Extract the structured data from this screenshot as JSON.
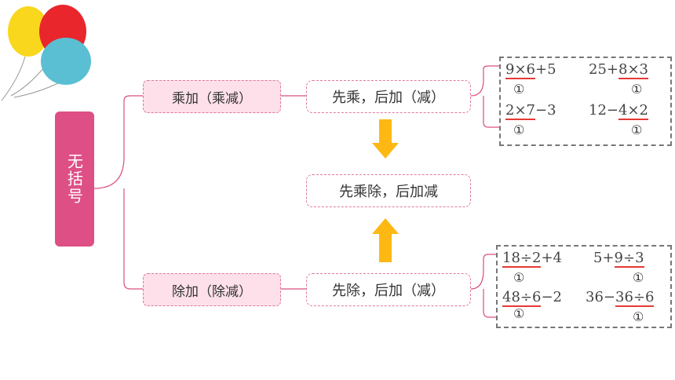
{
  "root": {
    "label": "无括号"
  },
  "branches": [
    {
      "label": "乘加（乘减）",
      "rule": "先乘，后加（减）",
      "examples": [
        {
          "parts": [
            {
              "t": "9×6",
              "u": true
            },
            {
              "t": "+5",
              "u": false
            }
          ],
          "mark": "①"
        },
        {
          "parts": [
            {
              "t": "25+",
              "u": false
            },
            {
              "t": "8×3",
              "u": true
            }
          ],
          "mark": "①"
        },
        {
          "parts": [
            {
              "t": "2×7",
              "u": true
            },
            {
              "t": "−3",
              "u": false
            }
          ],
          "mark": "①"
        },
        {
          "parts": [
            {
              "t": "12−",
              "u": false
            },
            {
              "t": "4×2",
              "u": true
            }
          ],
          "mark": "①"
        }
      ]
    },
    {
      "label": "除加（除减）",
      "rule": "先除，后加（减）",
      "examples": [
        {
          "parts": [
            {
              "t": "18÷2",
              "u": true
            },
            {
              "t": "+4",
              "u": false
            }
          ],
          "mark": "①"
        },
        {
          "parts": [
            {
              "t": "5+",
              "u": false
            },
            {
              "t": "9÷3",
              "u": true
            }
          ],
          "mark": "①"
        },
        {
          "parts": [
            {
              "t": "48÷6",
              "u": true
            },
            {
              "t": "−2",
              "u": false
            }
          ],
          "mark": "①"
        },
        {
          "parts": [
            {
              "t": "36−",
              "u": false
            },
            {
              "t": "36÷6",
              "u": true
            }
          ],
          "mark": "①"
        }
      ]
    }
  ],
  "summary": "先乘除，后加减",
  "colors": {
    "root": "#de4f86",
    "line": "#d94f7e",
    "arrow": "#fdb813",
    "underline": "#e53935"
  }
}
